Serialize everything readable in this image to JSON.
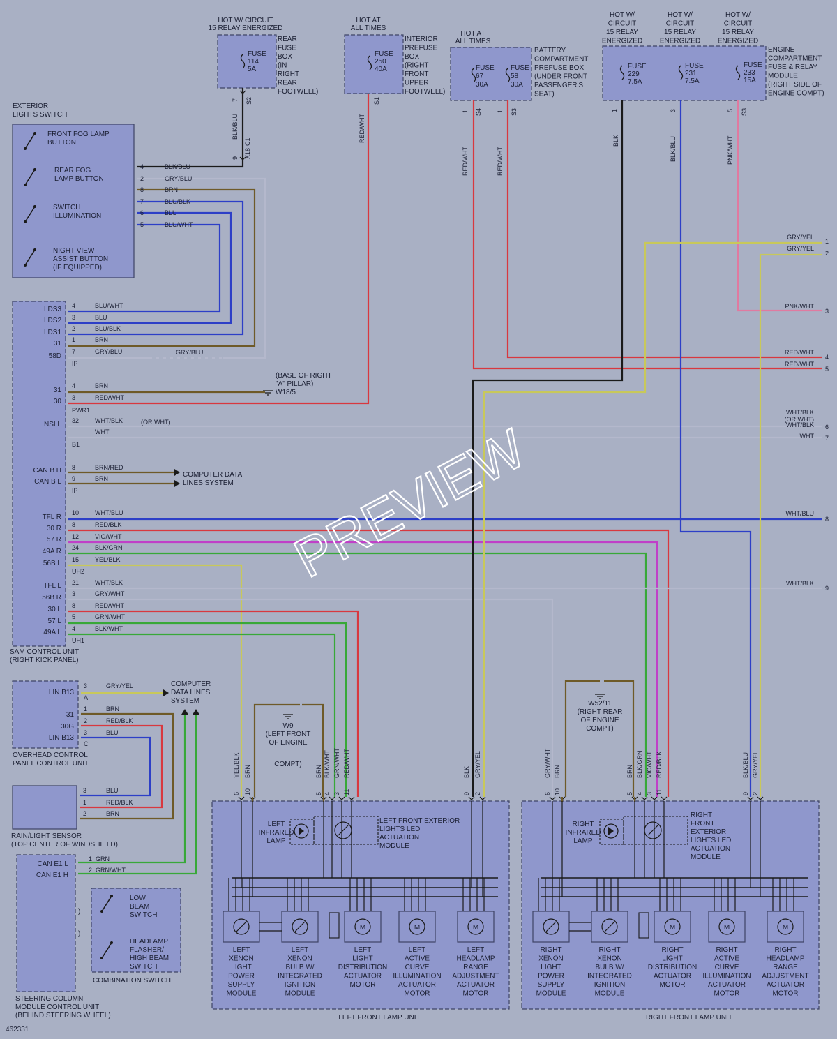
{
  "watermark": "PREVIEW",
  "figure_id": "462331",
  "colors": {
    "background": "#a9b0c4",
    "component_fill": "#8f97cc",
    "blue": "#2d3fc7",
    "red": "#d8383f",
    "brown": "#6e5a28",
    "green": "#38a838",
    "violet": "#c040c8",
    "yellow": "#c8c85a",
    "gray": "#b4b8cc",
    "black": "#1a1a1a",
    "pink": "#e07aa0"
  },
  "power_sources": {
    "rear_fuse_box": {
      "header": [
        "HOT W/ CIRCUIT",
        "15 RELAY ENERGIZED"
      ],
      "fuse": [
        "FUSE",
        "114",
        "5A"
      ],
      "desc": [
        "REAR",
        "FUSE",
        "BOX",
        "(IN",
        "RIGHT",
        "REAR",
        "FOOTWELL)"
      ],
      "pin": "7",
      "conn": "S2",
      "wire": "BLK/BLU",
      "conn2": "X18-C1",
      "pin2": "9"
    },
    "interior_prefuse": {
      "header": [
        "HOT AT",
        "ALL TIMES"
      ],
      "fuse": [
        "FUSE",
        "250",
        "40A"
      ],
      "desc": [
        "INTERIOR",
        "PREFUSE",
        "BOX",
        "(RIGHT",
        "FRONT",
        "UPPER",
        "FOOTWELL)"
      ],
      "conn": "S1",
      "wire": "RED/WHT"
    },
    "battery_prefuse": {
      "header": [
        "HOT AT",
        "ALL TIMES"
      ],
      "fuse_a": [
        "FUSE",
        "67",
        "30A"
      ],
      "fuse_b": [
        "FUSE",
        "58",
        "30A"
      ],
      "desc": [
        "BATTERY",
        "COMPARTMENT",
        "PREFUSE BOX",
        "(UNDER FRONT",
        "PASSENGER'S",
        "SEAT)"
      ],
      "pin_a": "1",
      "conn_a": "S4",
      "pin_b": "1",
      "conn_b": "S3",
      "wire_a": "RED/WHT",
      "wire_b": "RED/WHT"
    },
    "engine_fuse": {
      "header_a": [
        "HOT W/",
        "CIRCUIT",
        "15 RELAY",
        "ENERGIZED"
      ],
      "header_b": [
        "HOT W/",
        "CIRCUIT",
        "15 RELAY",
        "ENERGIZED"
      ],
      "header_c": [
        "HOT W/",
        "CIRCUIT",
        "15 RELAY",
        "ENERGIZED"
      ],
      "fuse_a": [
        "FUSE",
        "229",
        "7.5A"
      ],
      "fuse_b": [
        "FUSE",
        "231",
        "7.5A"
      ],
      "fuse_c": [
        "FUSE",
        "233",
        "15A"
      ],
      "desc": [
        "ENGINE",
        "COMPARTMENT",
        "FUSE & RELAY",
        "MODULE",
        "(RIGHT SIDE OF",
        "ENGINE COMPT)"
      ],
      "pin_a": "1",
      "pin_b": "3",
      "pin_c": "5",
      "conn_c": "S3",
      "wire_a": "BLK",
      "wire_b": "BLK/BLU",
      "wire_c": "PNK/WHT"
    }
  },
  "exterior_lights_switch": {
    "title": [
      "EXTERIOR",
      "LIGHTS SWITCH"
    ],
    "buttons": [
      [
        "FRONT FOG LAMP",
        "BUTTON"
      ],
      [
        "REAR FOG",
        "LAMP BUTTON"
      ],
      [
        "SWITCH",
        "ILLUMINATION"
      ],
      [
        "NIGHT VIEW",
        "ASSIST BUTTON",
        "(IF EQUIPPED)"
      ]
    ],
    "pins": [
      "4",
      "2",
      "8",
      "7",
      "6",
      "5"
    ],
    "wires": [
      "BLK/BLU",
      "GRY/BLU",
      "BRN",
      "BLU/BLK",
      "BLU",
      "BLU/WHT"
    ]
  },
  "sam": {
    "title": [
      "SAM CONTROL UNIT",
      "(RIGHT KICK PANEL)"
    ],
    "conn_ip": "IP",
    "conn_pwr": "PWR1",
    "conn_b1": "B1",
    "conn_ip2": "IP",
    "conn_uh2": "UH2",
    "conn_uh1": "UH1",
    "rows": [
      {
        "label": "LDS3",
        "pin": "4",
        "wire": "BLU/WHT"
      },
      {
        "label": "",
        "pin": "3",
        "wire": "BLU"
      },
      {
        "label": "LDS2",
        "pin": "2",
        "wire": "BLU/BLK"
      },
      {
        "label": "LDS1",
        "pin": "1",
        "wire": "BRN"
      },
      {
        "label": "31",
        "pin": "7",
        "wire": "GRY/BLU"
      },
      {
        "label": "58D",
        "pin": "",
        "wire": "GRY/BLU"
      },
      {
        "label": "31",
        "pin": "4",
        "wire": "BRN"
      },
      {
        "label": "30",
        "pin": "3",
        "wire": "RED/WHT"
      },
      {
        "label": "NSI L",
        "pin": "32",
        "wire": "WHT/BLK"
      },
      {
        "label": "",
        "pin": "",
        "wire": "WHT"
      },
      {
        "label": "CAN B H",
        "pin": "8",
        "wire": "BRN/RED"
      },
      {
        "label": "CAN B L",
        "pin": "9",
        "wire": "BRN"
      },
      {
        "label": "TFL R",
        "pin": "10",
        "wire": "WHT/BLU"
      },
      {
        "label": "30 R",
        "pin": "8",
        "wire": "RED/BLK"
      },
      {
        "label": "57 R",
        "pin": "12",
        "wire": "VIO/WHT"
      },
      {
        "label": "49A R",
        "pin": "24",
        "wire": "BLK/GRN"
      },
      {
        "label": "56B L",
        "pin": "15",
        "wire": "YEL/BLK"
      },
      {
        "label": "TFL L",
        "pin": "21",
        "wire": "WHT/BLK"
      },
      {
        "label": "56B R",
        "pin": "3",
        "wire": "GRY/WHT"
      },
      {
        "label": "30 L",
        "pin": "8",
        "wire": "RED/WHT"
      },
      {
        "label": "57 L",
        "pin": "5",
        "wire": "GRN/WHT"
      },
      {
        "label": "49A L",
        "pin": "4",
        "wire": "BLK/WHT"
      }
    ],
    "ground_note": [
      "(BASE OF RIGHT",
      "\"A\" PILLAR)",
      "W18/5"
    ],
    "or_wht": "(OR WHT)",
    "computer_data": [
      "COMPUTER DATA",
      "LINES SYSTEM"
    ]
  },
  "right_edge": {
    "rows": [
      {
        "wire": "GRY/YEL",
        "num": "1"
      },
      {
        "wire": "GRY/YEL",
        "num": "2"
      },
      {
        "wire": "PNK/WHT",
        "num": "3"
      },
      {
        "wire": "RED/WHT",
        "num": "4"
      },
      {
        "wire": "RED/WHT",
        "num": "5"
      },
      {
        "wire": "WHT/BLK",
        "num": "6"
      },
      {
        "wire": "WHT",
        "num": "7"
      },
      {
        "wire": "WHT/BLU",
        "num": "8"
      },
      {
        "wire": "WHT/BLK",
        "num": "9"
      }
    ],
    "or_wht": "(OR WHT)"
  },
  "overhead": {
    "title": [
      "OVERHEAD CONTROL",
      "PANEL CONTROL UNIT"
    ],
    "rows": [
      {
        "label": "LIN B13",
        "pin": "3",
        "wire": "GRY/YEL",
        "conn": "A"
      },
      {
        "label": "31",
        "pin": "1",
        "wire": "BRN"
      },
      {
        "label": "30G",
        "pin": "2",
        "wire": "RED/BLK"
      },
      {
        "label": "LIN B13",
        "pin": "3",
        "wire": "BLU",
        "conn": "C"
      }
    ],
    "computer_data": [
      "COMPUTER",
      "DATA LINES",
      "SYSTEM"
    ]
  },
  "rain_sensor": {
    "title": [
      "RAIN/LIGHT SENSOR",
      "(TOP CENTER OF WINDSHIELD)"
    ],
    "rows": [
      {
        "pin": "3",
        "wire": "BLU"
      },
      {
        "pin": "1",
        "wire": "RED/BLK"
      },
      {
        "pin": "2",
        "wire": "BRN"
      }
    ]
  },
  "steering": {
    "title": [
      "STEERING COLUMN",
      "MODULE CONTROL UNIT",
      "(BEHIND STEERING WHEEL)"
    ],
    "rows": [
      {
        "label": "CAN E1 L",
        "pin": "1",
        "wire": "GRN"
      },
      {
        "label": "CAN E1 H",
        "pin": "2",
        "wire": "GRN/WHT"
      }
    ],
    "combo_title": "COMBINATION SWITCH",
    "switches": [
      [
        "LOW",
        "BEAM",
        "SWITCH"
      ],
      [
        "HEADLAMP",
        "FLASHER/",
        "HIGH BEAM",
        "SWITCH"
      ]
    ]
  },
  "grounds": {
    "w9": [
      "W9",
      "(LEFT FRONT",
      "OF ENGINE",
      "COMPT)"
    ],
    "w52": [
      "W52/11",
      "(RIGHT REAR",
      "OF ENGINE",
      "COMPT)"
    ]
  },
  "left_lamp": {
    "title": "LEFT FRONT LAMP UNIT",
    "infrared": [
      "LEFT",
      "INFRARED",
      "LAMP"
    ],
    "led_module": [
      "LEFT FRONT EXTERIOR",
      "LIGHTS LED",
      "ACTUATION",
      "MODULE"
    ],
    "pins": [
      {
        "pin": "6",
        "wire": "YEL/BLK"
      },
      {
        "pin": "10",
        "wire": "BRN"
      },
      {
        "pin": "5",
        "wire": "BRN"
      },
      {
        "pin": "4",
        "wire": "BLK/WHT"
      },
      {
        "pin": "3",
        "wire": "GRN/WHT"
      },
      {
        "pin": "11",
        "wire": "RED/WHT"
      },
      {
        "pin": "9",
        "wire": "BLK"
      },
      {
        "pin": "2",
        "wire": "GRY/YEL"
      }
    ],
    "modules": [
      [
        "LEFT",
        "XENON",
        "LIGHT",
        "POWER",
        "SUPPLY",
        "MODULE"
      ],
      [
        "LEFT",
        "XENON",
        "BULB W/",
        "INTEGRATED",
        "IGNITION",
        "MODULE"
      ],
      [
        "LEFT",
        "LIGHT",
        "DISTRIBUTION",
        "ACTUATOR",
        "MOTOR"
      ],
      [
        "LEFT",
        "ACTIVE",
        "CURVE",
        "ILLUMINATION",
        "ACTUATOR",
        "MOTOR"
      ],
      [
        "LEFT",
        "HEADLAMP",
        "RANGE",
        "ADJUSTMENT",
        "ACTUATOR",
        "MOTOR"
      ]
    ]
  },
  "right_lamp": {
    "title": "RIGHT FRONT LAMP UNIT",
    "infrared": [
      "RIGHT",
      "INFRARED",
      "LAMP"
    ],
    "led_module": [
      "RIGHT",
      "FRONT",
      "EXTERIOR",
      "LIGHTS LED",
      "ACTUATION",
      "MODULE"
    ],
    "pins": [
      {
        "pin": "6",
        "wire": "GRY/WHT"
      },
      {
        "pin": "10",
        "wire": "BRN"
      },
      {
        "pin": "5",
        "wire": "BRN"
      },
      {
        "pin": "4",
        "wire": "BLK/GRN"
      },
      {
        "pin": "3",
        "wire": "VIO/WHT"
      },
      {
        "pin": "11",
        "wire": "RED/BLK"
      },
      {
        "pin": "9",
        "wire": "BLK/BLU"
      },
      {
        "pin": "2",
        "wire": "GRY/YEL"
      }
    ],
    "modules": [
      [
        "RIGHT",
        "XENON",
        "LIGHT",
        "POWER",
        "SUPPLY",
        "MODULE"
      ],
      [
        "RIGHT",
        "XENON",
        "BULB W/",
        "INTEGRATED",
        "IGNITION",
        "MODULE"
      ],
      [
        "RIGHT",
        "LIGHT",
        "DISTRIBUTION",
        "ACTUATOR",
        "MOTOR"
      ],
      [
        "RIGHT",
        "ACTIVE",
        "CURVE",
        "ILLUMINATION",
        "ACTUATOR",
        "MOTOR"
      ],
      [
        "RIGHT",
        "HEADLAMP",
        "RANGE",
        "ADJUSTMENT",
        "ACTUATOR",
        "MOTOR"
      ]
    ]
  }
}
